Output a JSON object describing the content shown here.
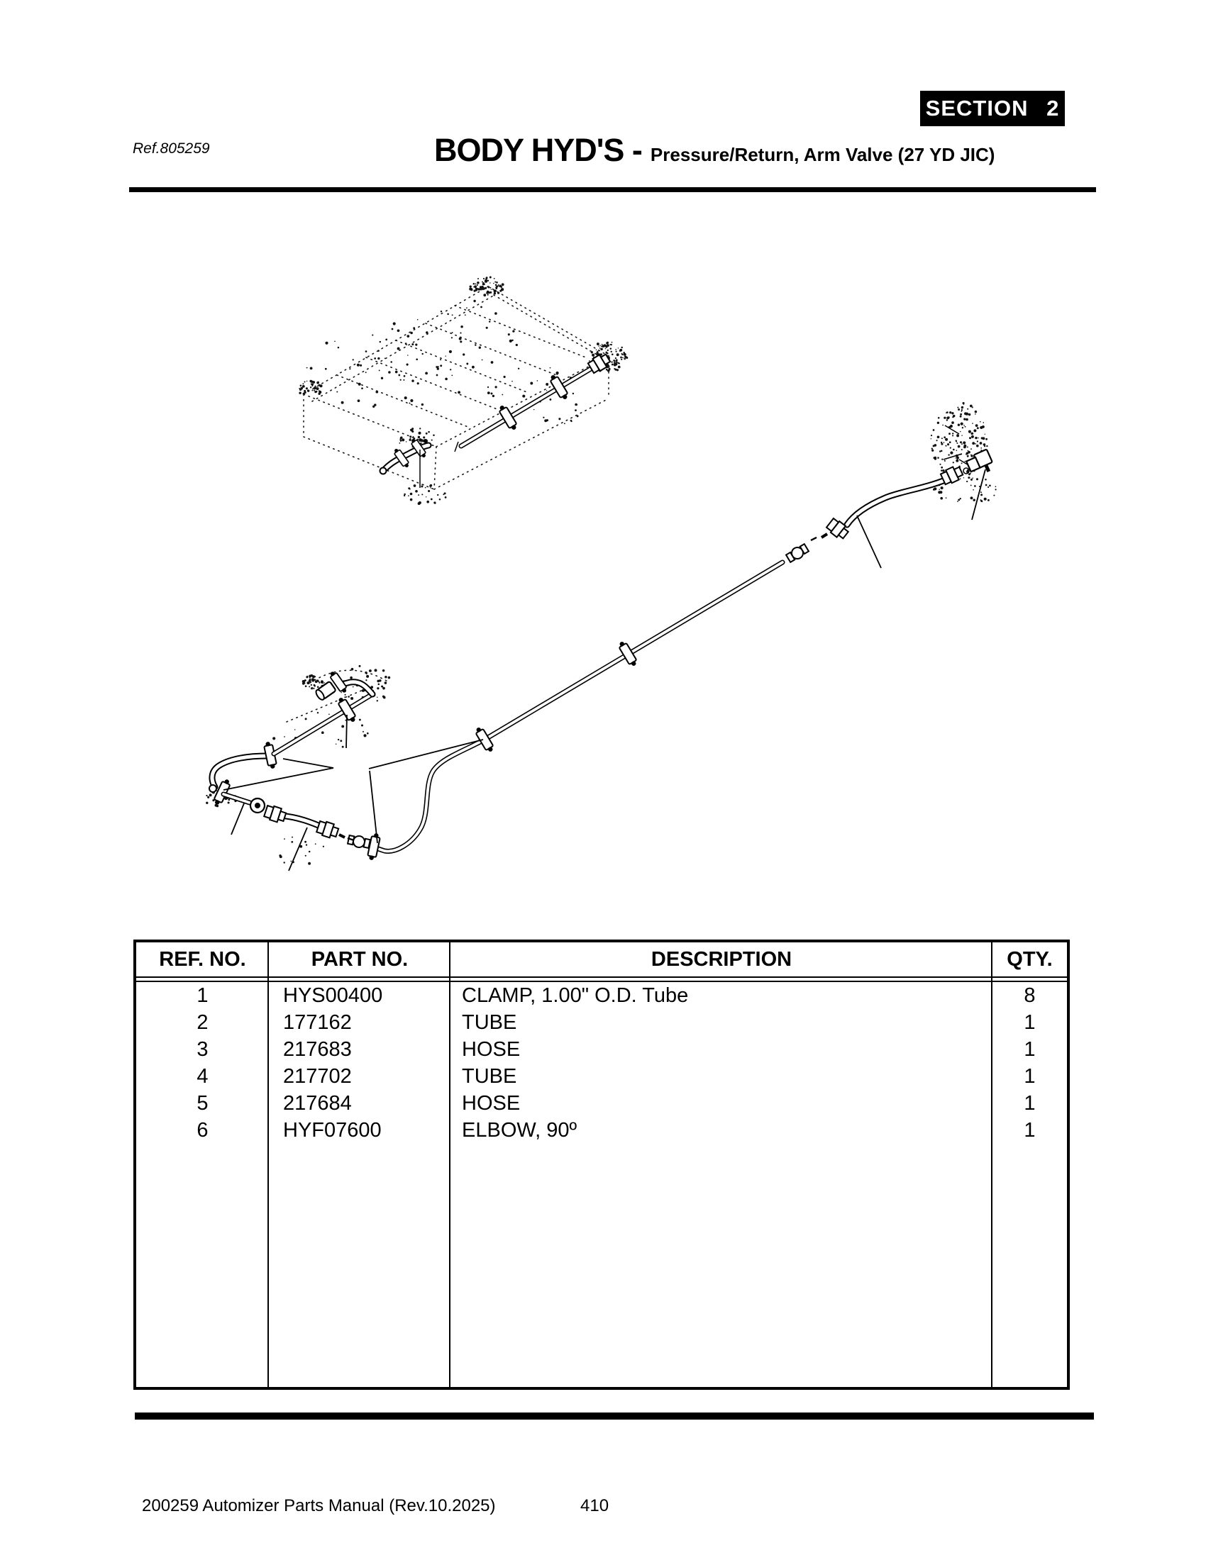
{
  "header": {
    "section_label": "SECTION 2",
    "ref_label": "Ref.805259",
    "title": "BODY HYD'S -",
    "subtitle": "Pressure/Return, Arm Valve (27 YD JIC)"
  },
  "parts_table": {
    "columns": [
      "REF. NO.",
      "PART NO.",
      "DESCRIPTION",
      "QTY."
    ],
    "rows": [
      {
        "ref": "1",
        "part": "HYS00400",
        "desc": "CLAMP, 1.00\" O.D. Tube",
        "qty": "8"
      },
      {
        "ref": "2",
        "part": "177162",
        "desc": "TUBE",
        "qty": "1"
      },
      {
        "ref": "3",
        "part": "217683",
        "desc": "HOSE",
        "qty": "1"
      },
      {
        "ref": "4",
        "part": "217702",
        "desc": "TUBE",
        "qty": "1"
      },
      {
        "ref": "5",
        "part": "217684",
        "desc": "HOSE",
        "qty": "1"
      },
      {
        "ref": "6",
        "part": "HYF07600",
        "desc": "ELBOW, 90º",
        "qty": "1"
      }
    ]
  },
  "footer": {
    "manual": "200259 Automizer Parts Manual (Rev.10.2025)",
    "page": "410"
  },
  "colors": {
    "ink": "#000000",
    "paper": "#ffffff"
  }
}
